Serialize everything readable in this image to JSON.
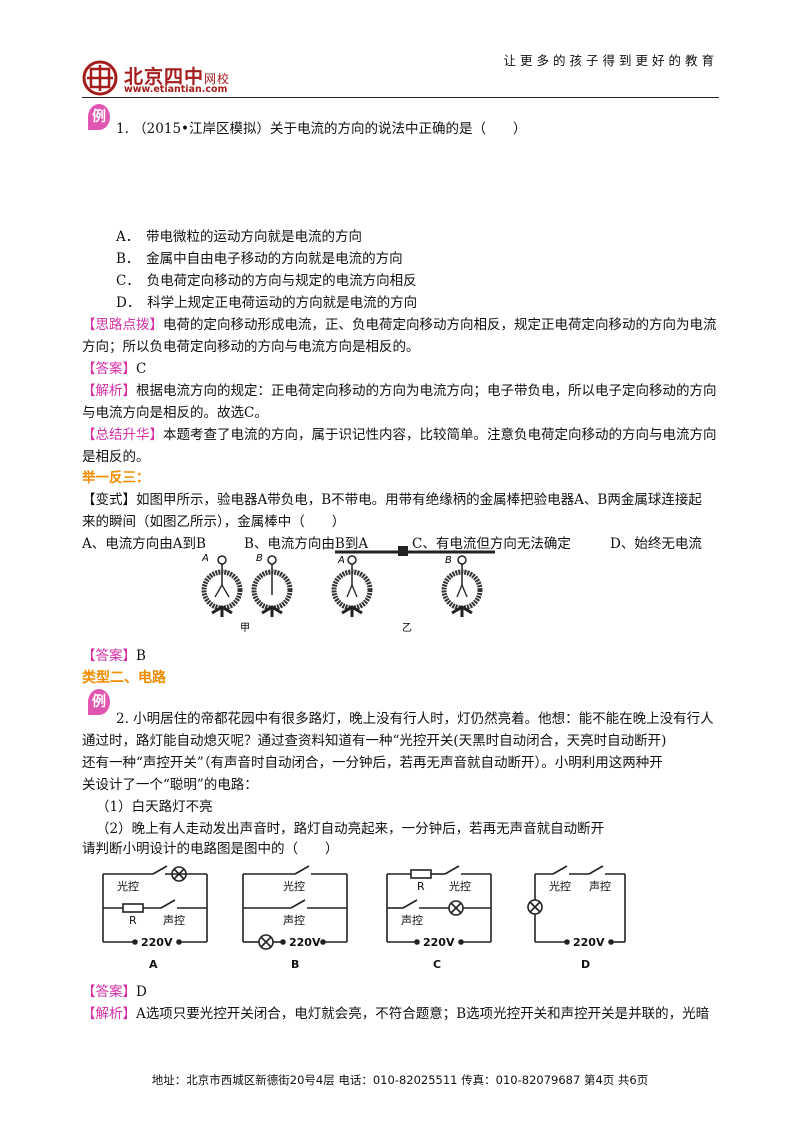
{
  "header": {
    "slogan": "让更多的孩子得到更好的教育",
    "logo_name": "北京四中",
    "logo_suffix": "网校",
    "logo_url": "www.etiantian.com"
  },
  "badge": "例",
  "q1": {
    "stem": "1. （2015•江岸区模拟）关于电流的方向的说法中正确的是（　　）",
    "options": [
      "A．　带电微粒的运动方向就是电流的方向",
      "B．　金属中自由电子移动的方向就是电流的方向",
      "C．　负电荷定向移动的方向与规定的电流方向相反",
      "D．　科学上规定正电荷运动的方向就是电流的方向"
    ],
    "hint_tag": "【思路点拨】",
    "hint_line1": "电荷的定向移动形成电流，正、负电荷定向移动方向相反，规定正电荷定向移动的方向为电流",
    "hint_line2": "方向；所以负电荷定向移动的方向与电流方向是相反的。",
    "answer_tag": "【答案】",
    "answer": "C",
    "analysis_tag": "【解析】",
    "analysis_line1": "根据电流方向的规定：正电荷定向移动的方向为电流方向；电子带负电，所以电子定向移动的方向",
    "analysis_line2": "与电流方向是相反的。故选C。",
    "summary_tag": "【总结升华】",
    "summary_line1": "本题考查了电流的方向，属于识记性内容，比较简单。注意负电荷定向移动的方向与电流方向",
    "summary_line2": "是相反的。"
  },
  "variant": {
    "heading": "举一反三：",
    "line1": "【变式】如图甲所示，验电器A带负电，B不带电。用带有绝缘柄的金属棒把验电器A、B两金属球连接起",
    "line2": "来的瞬间（如图乙所示），金属棒中（　　）",
    "options": [
      "A、电流方向由A到B",
      "B、电流方向由B到A",
      "C、有电流但方向无法确定",
      "D、始终无电流"
    ],
    "fig_labels": {
      "a": "A",
      "b": "B",
      "jia": "甲",
      "yi": "乙"
    },
    "answer_tag": "【答案】",
    "answer": "B"
  },
  "section2": {
    "heading": "类型二、电路"
  },
  "q2": {
    "line1": "2. 小明居住的帝都花园中有很多路灯，晚上没有行人时，灯仍然亮着。他想：能不能在晚上没有行人",
    "line2": "通过时，路灯能自动熄灭呢？通过查资料知道有一种“光控开关(天黑时自动闭合，天亮时自动断开)",
    "line3": "还有一种“声控开关”（有声音时自动闭合，一分钟后，若再无声音就自动断开）。小明利用这两种开",
    "line4": "关设计了一个“聪明”的电路：",
    "cond1": "（1）白天路灯不亮",
    "cond2": "（2）晚上有人走动发出声音时，路灯自动亮起来，一分钟后，若再无声音就自动断开",
    "ask": "请判断小明设计的电路图是图中的（　　）",
    "circuit_labels": {
      "light": "光控",
      "sound": "声控",
      "r": "R",
      "voltage": "220V",
      "a": "A",
      "b": "B",
      "c": "C",
      "d": "D"
    },
    "answer_tag": "【答案】",
    "answer": "D",
    "analysis_tag": "【解析】",
    "analysis_line1": "A选项只要光控开关闭合，电灯就会亮，不符合题意；B选项光控开关和声控开关是并联的，光暗"
  },
  "footer": {
    "text": "地址：北京市西城区新德街20号4层  电话：010-82025511  传真：010-82079687   第4页  共6页"
  }
}
